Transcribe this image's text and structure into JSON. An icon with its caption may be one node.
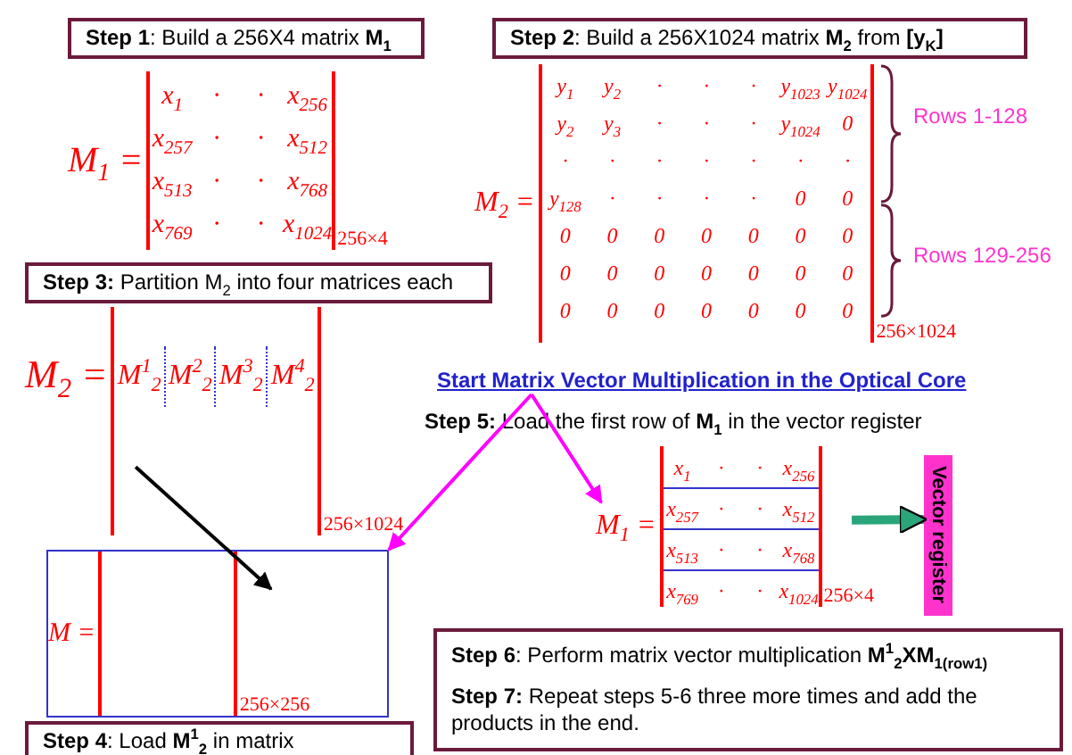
{
  "diagram": {
    "nodes": [
      {
        "text": [
          "**Step 1**: Build a 256X4 matrix **M$_{1}$**"
        ]
      },
      {
        "text": [
          "M$_{1}$ =",
          "x$_{1}$",
          "·",
          "·",
          "x$_{256}$",
          "x$_{257}$",
          "·",
          "·",
          "x$_{512}$",
          "x$_{513}$",
          "·",
          "·",
          "x$_{768}$",
          "x$_{769}$",
          "·",
          "·",
          "x$_{1024}$",
          "256×4"
        ]
      },
      {
        "text": [
          "**Step 2**: Build a 256X1024 matrix **M$_{2}$** from **[y$_{K}$]**"
        ]
      },
      {
        "text": [
          "M$_{2}$ =",
          "y$_{1}$",
          "y$_{2}$",
          "·",
          "·",
          "·",
          "y$_{1023}$",
          "y$_{1024}$",
          "y$_{2}$",
          "y$_{3}$",
          "·",
          "·",
          "·",
          "y$_{1024}$",
          "0",
          "·",
          "·",
          "·",
          "·",
          "·",
          "·",
          "·",
          "y$_{128}$",
          "·",
          "·",
          "·",
          "·",
          "0",
          "0",
          "0",
          "0",
          "0",
          "0",
          "0",
          "0",
          "0",
          "0",
          "0",
          "0",
          "0",
          "0",
          "0",
          "0",
          "0",
          "0",
          "0",
          "0",
          "0",
          "0",
          "0",
          "256×1024"
        ],
        "beside": [
          "Rows 1-128",
          "Rows 129-256"
        ]
      },
      {
        "text": [
          "**Step 3:** Partition M$_{2}$ into four matrices each"
        ]
      },
      {
        "text": [
          "M$_{2}$ =",
          "M$^{1}$$_{2}$",
          "M$^{2}$$_{2}$",
          "M$^{3}$$_{2}$",
          "M$^{4}$$_{2}$",
          "256×1024"
        ]
      },
      {
        "text": [
          "Start Matrix Vector Multiplication in the Optical Core"
        ]
      },
      {
        "text": [
          "M$_{1}$ =",
          "x$_{1}$",
          "·",
          "·",
          "x$_{256}$",
          "x$_{257}$",
          "·",
          "·",
          "x$_{512}$",
          "x$_{513}$",
          "·",
          "·",
          "x$_{768}$",
          "x$_{769}$",
          "·",
          "·",
          "x$_{1024}$",
          "256×4"
        ]
      },
      {
        "text": [
          "Vector register"
        ]
      },
      {
        "text": [
          "M =",
          "256×256"
        ]
      },
      {
        "text": [
          "**Step 4**: Load **M$^{1}$$_{2}$** in matrix"
        ]
      },
      {
        "text": [
          "**Step 6**: Perform matrix vector multiplication **M$^{1}$$_{2}$XM$_{1(row1)}$**",
          "**Step 7:** Repeat steps 5-6 three more times and add the products in the end."
        ]
      }
    ],
    "edges": [
      {
        "from": 6,
        "to": 9,
        "arrow": "to"
      },
      {
        "from": 6,
        "to": 7,
        "arrow": "to"
      },
      {
        "from": 5,
        "to": 9,
        "arrow": "to",
        "color": "#000000"
      },
      {
        "from": 7,
        "to": 8,
        "arrow": "to",
        "style": "thick",
        "color": "#2aa57a"
      }
    ],
    "labels": [
      "**Step 5:** Load the first row of **M$_{1}$** in the vector register"
    ]
  }
}
